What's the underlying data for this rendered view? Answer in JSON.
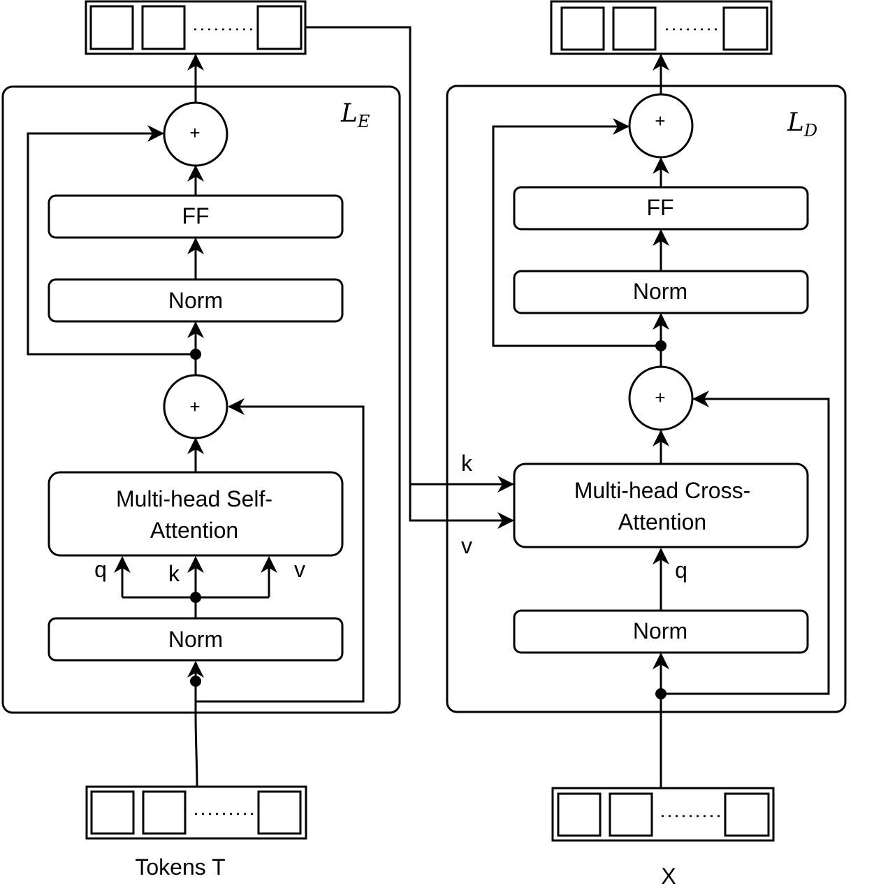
{
  "encoder": {
    "layer_symbol": "L",
    "layer_subscript": "E",
    "ff": "FF",
    "norm_top": "Norm",
    "attention_line1": "Multi-head Self-",
    "attention_line2": "Attention",
    "norm_bottom": "Norm",
    "plus_top": "+",
    "plus_bottom": "+",
    "q": "q",
    "k": "k",
    "v": "v",
    "input_label": "Tokens T"
  },
  "decoder": {
    "layer_symbol": "L",
    "layer_subscript": "D",
    "ff": "FF",
    "norm_top": "Norm",
    "attention_line1": "Multi-head Cross-",
    "attention_line2": "Attention",
    "norm_bottom": "Norm",
    "plus_top": "+",
    "plus_bottom": "+",
    "q": "q",
    "k": "k",
    "v": "v",
    "input_label": "X"
  }
}
